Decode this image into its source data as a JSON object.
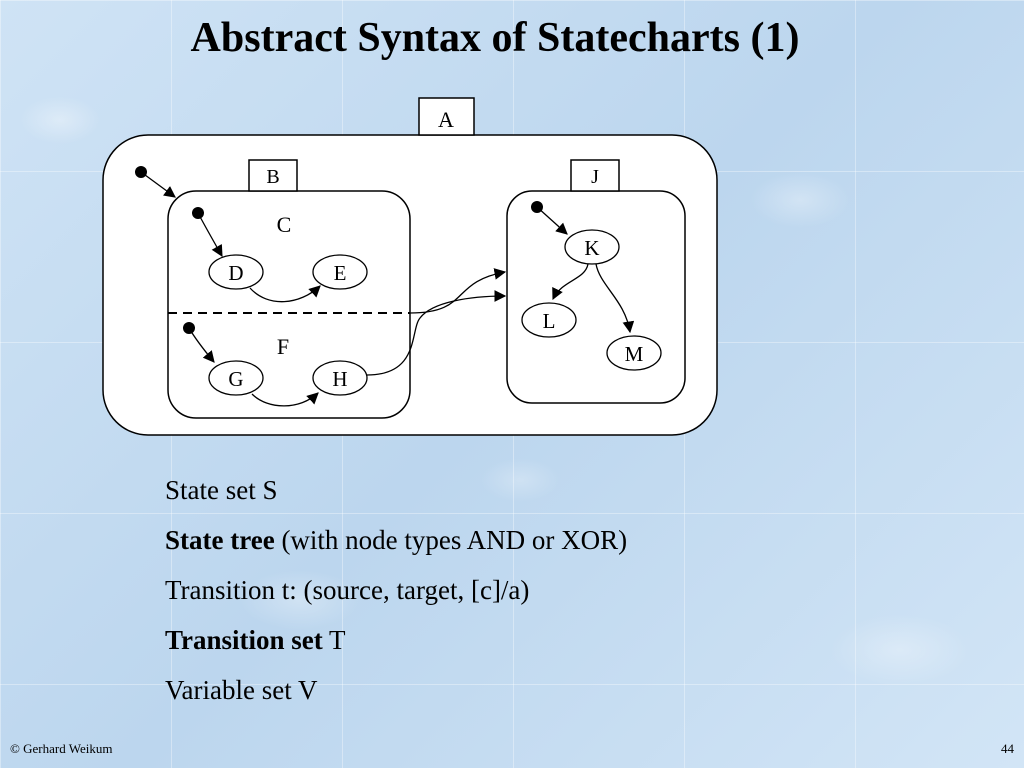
{
  "slide": {
    "title": "Abstract Syntax of Statecharts (1)",
    "footer_left": "© Gerhard Weikum",
    "page_number": "44"
  },
  "diagram": {
    "labels": {
      "A": "A",
      "B": "B",
      "J": "J",
      "C": "C",
      "F": "F",
      "D": "D",
      "E": "E",
      "G": "G",
      "H": "H",
      "K": "K",
      "L": "L",
      "M": "M"
    }
  },
  "bullets": [
    {
      "bold": "",
      "text": "State set S"
    },
    {
      "bold": "State tree",
      "text": " (with node types AND or XOR)"
    },
    {
      "bold": "",
      "text": "Transition t: (source, target, [c]/a)"
    },
    {
      "bold": "Transition set",
      "text": " T"
    },
    {
      "bold": "",
      "text": "Variable set V"
    }
  ]
}
